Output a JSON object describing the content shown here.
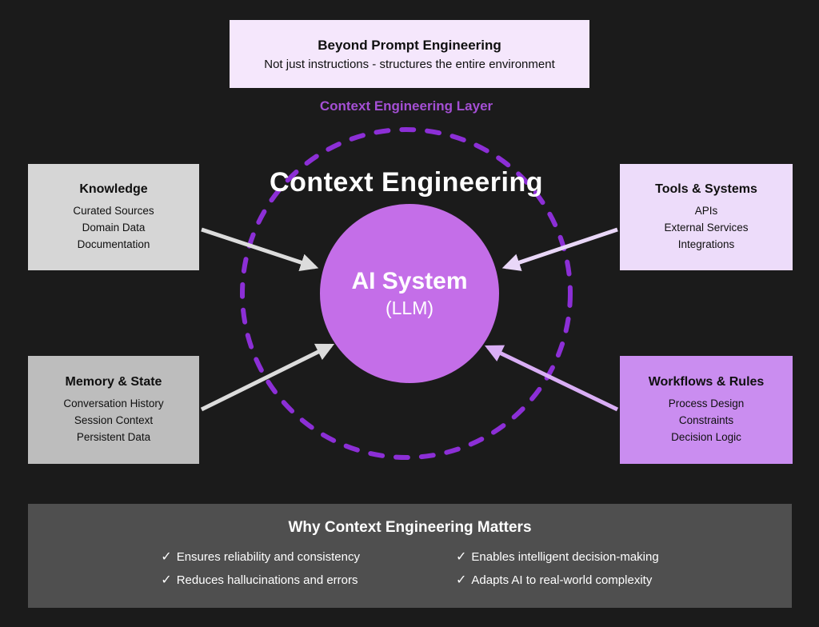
{
  "header_box": {
    "title": "Beyond Prompt Engineering",
    "subtitle": "Not just instructions - structures the entire environment"
  },
  "layer_label": "Context Engineering Layer",
  "center": {
    "title": "Context Engineering",
    "circle_title": "AI System",
    "circle_subtitle": "(LLM)"
  },
  "boxes": [
    {
      "id": "knowledge",
      "title": "Knowledge",
      "items": [
        "Curated Sources",
        "Domain Data",
        "Documentation"
      ]
    },
    {
      "id": "tools",
      "title": "Tools & Systems",
      "items": [
        "APIs",
        "External Services",
        "Integrations"
      ]
    },
    {
      "id": "memory",
      "title": "Memory & State",
      "items": [
        "Conversation History",
        "Session Context",
        "Persistent Data"
      ]
    },
    {
      "id": "workflows",
      "title": "Workflows & Rules",
      "items": [
        "Process Design",
        "Constraints",
        "Decision Logic"
      ]
    }
  ],
  "footer": {
    "title": "Why Context Engineering Matters",
    "check_icon": "✓",
    "left_items": [
      "Ensures reliability and consistency",
      "Reduces hallucinations and errors"
    ],
    "right_items": [
      "Enables intelligent decision-making",
      "Adapts AI to real-world complexity"
    ]
  },
  "colors": {
    "bg": "#1b1b1b",
    "accent": "#a44fd4",
    "panel-lavender": "#f5e7fc",
    "ring": "#8c2fd6",
    "circle": "#c46ee8",
    "gray-light": "#d6d6d6",
    "gray-mid": "#bdbdbd",
    "lavender": "#eddcfa",
    "box-purple": "#ca8df0",
    "footer-bg": "#4f4f4f",
    "arrow-gray": "#dcdcdc",
    "arrow-lav": "#e9d7f8",
    "arrow-purple": "#d9aef5"
  }
}
